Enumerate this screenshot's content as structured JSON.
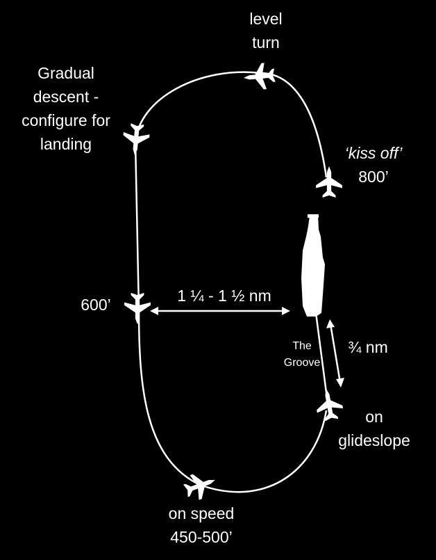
{
  "labels": {
    "level_turn": [
      "level",
      "turn"
    ],
    "gradual_descent": [
      "Gradual",
      "descent -",
      "configure for",
      "landing"
    ],
    "kiss_off": [
      "‘kiss off’",
      "800’"
    ],
    "six_hundred": "600’",
    "abeam_distance": "1 ¼ - 1 ½  nm",
    "the_groove": [
      "The",
      "Groove"
    ],
    "groove_distance": "¾ nm",
    "on_glideslope": [
      "on",
      "glideslope"
    ],
    "on_speed": [
      "on speed",
      "450-500’"
    ]
  },
  "colors": {
    "background": "#000000",
    "foreground": "#ffffff"
  },
  "icons": [
    "jet-icon",
    "aircraft-carrier-icon",
    "double-arrow-icon"
  ]
}
